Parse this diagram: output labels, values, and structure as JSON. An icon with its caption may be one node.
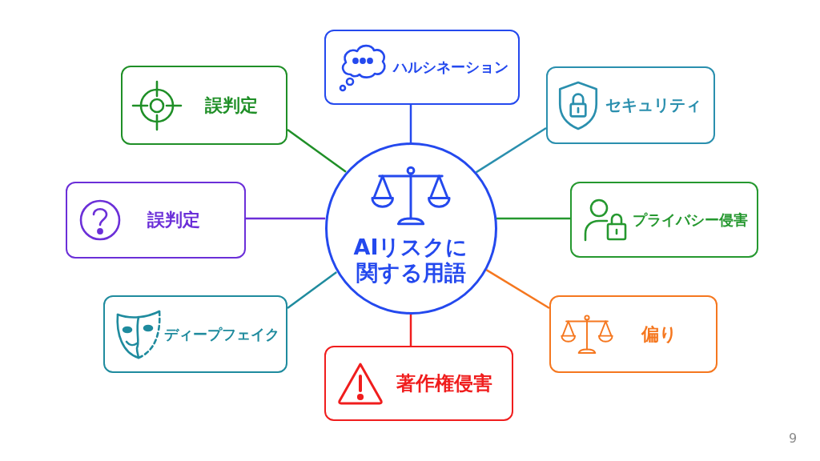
{
  "diagram": {
    "nodes": [
      {
        "text": [
          "AIリスクに関する用語"
        ]
      },
      {
        "text": [
          "ハルシネーション"
        ]
      },
      {
        "text": [
          "セキュリティ"
        ]
      },
      {
        "text": [
          "プライバシー侵害"
        ]
      },
      {
        "text": [
          "偏り"
        ]
      },
      {
        "text": [
          "著作権侵害"
        ]
      },
      {
        "text": [
          "ディープフェイク"
        ]
      },
      {
        "text": [
          "誤判定"
        ]
      },
      {
        "text": [
          "誤判定"
        ]
      }
    ],
    "edges": [
      {
        "from": 0,
        "to": 1,
        "arrow": "none",
        "color": "#2449ee"
      },
      {
        "from": 0,
        "to": 2,
        "arrow": "none",
        "color": "#2a8fae"
      },
      {
        "from": 0,
        "to": 3,
        "arrow": "none",
        "color": "#25982f"
      },
      {
        "from": 0,
        "to": 4,
        "arrow": "none",
        "color": "#f5771f"
      },
      {
        "from": 0,
        "to": 5,
        "arrow": "none",
        "color": "#f01d1d"
      },
      {
        "from": 0,
        "to": 6,
        "arrow": "none",
        "color": "#1f8b9e"
      },
      {
        "from": 0,
        "to": 7,
        "arrow": "none",
        "color": "#6b2fd8"
      },
      {
        "from": 0,
        "to": 8,
        "arrow": "none",
        "color": "#1f8f27"
      }
    ],
    "labels": [
      "9"
    ]
  }
}
